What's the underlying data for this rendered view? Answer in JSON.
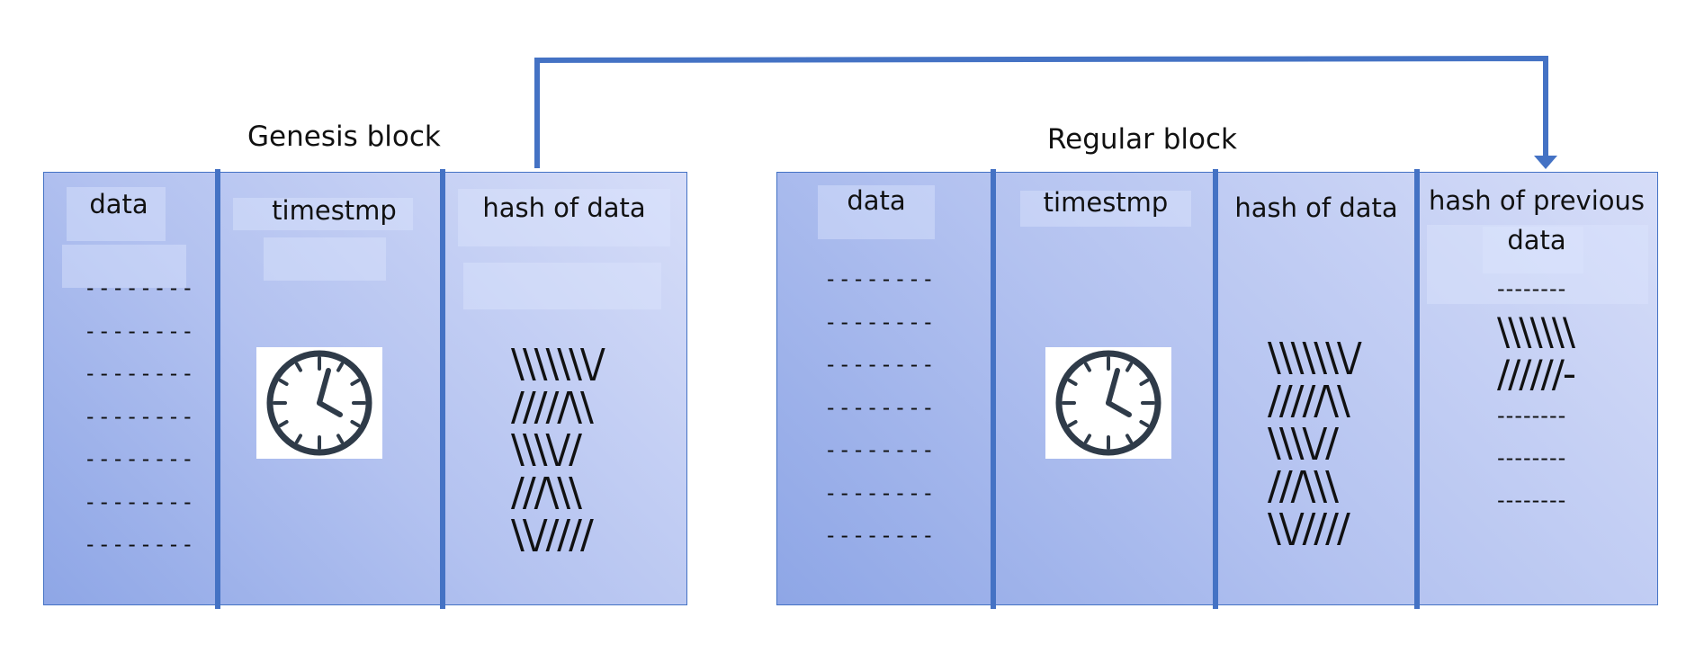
{
  "genesis": {
    "title": "Genesis block",
    "columns": {
      "data": "data",
      "timestamp": "timestmp",
      "hash": "hash of data"
    },
    "data_lines": [
      "--------",
      "--------",
      "--------",
      "--------",
      "--------",
      "--------",
      "--------"
    ],
    "hash_lines": [
      "\\\\\\\\\\\\\\/",
      "/////\\\\",
      "\\\\\\\\//",
      "///\\\\\\",
      "\\\\/////"
    ],
    "clock_icon": "clock-icon"
  },
  "regular": {
    "title": "Regular block",
    "columns": {
      "data": "data",
      "timestamp": "timestmp",
      "hash": "hash of data",
      "prev_hash_line1": "hash of previous",
      "prev_hash_line2": "data"
    },
    "data_lines": [
      "--------",
      "--------",
      "--------",
      "--------",
      "--------",
      "--------",
      "--------"
    ],
    "hash_lines": [
      "\\\\\\\\\\\\\\/",
      "/////\\\\",
      "\\\\\\\\//",
      "///\\\\\\",
      "\\\\/////"
    ],
    "prev_hash_lines": [
      "--------",
      "\\\\\\\\\\\\\\",
      "//////-",
      "--------",
      "--------",
      "--------"
    ],
    "clock_icon": "clock-icon"
  },
  "colors": {
    "accent": "#4472c4",
    "block_fill_dark": "#8ea6e6",
    "block_fill_light": "#d6ddf8"
  }
}
